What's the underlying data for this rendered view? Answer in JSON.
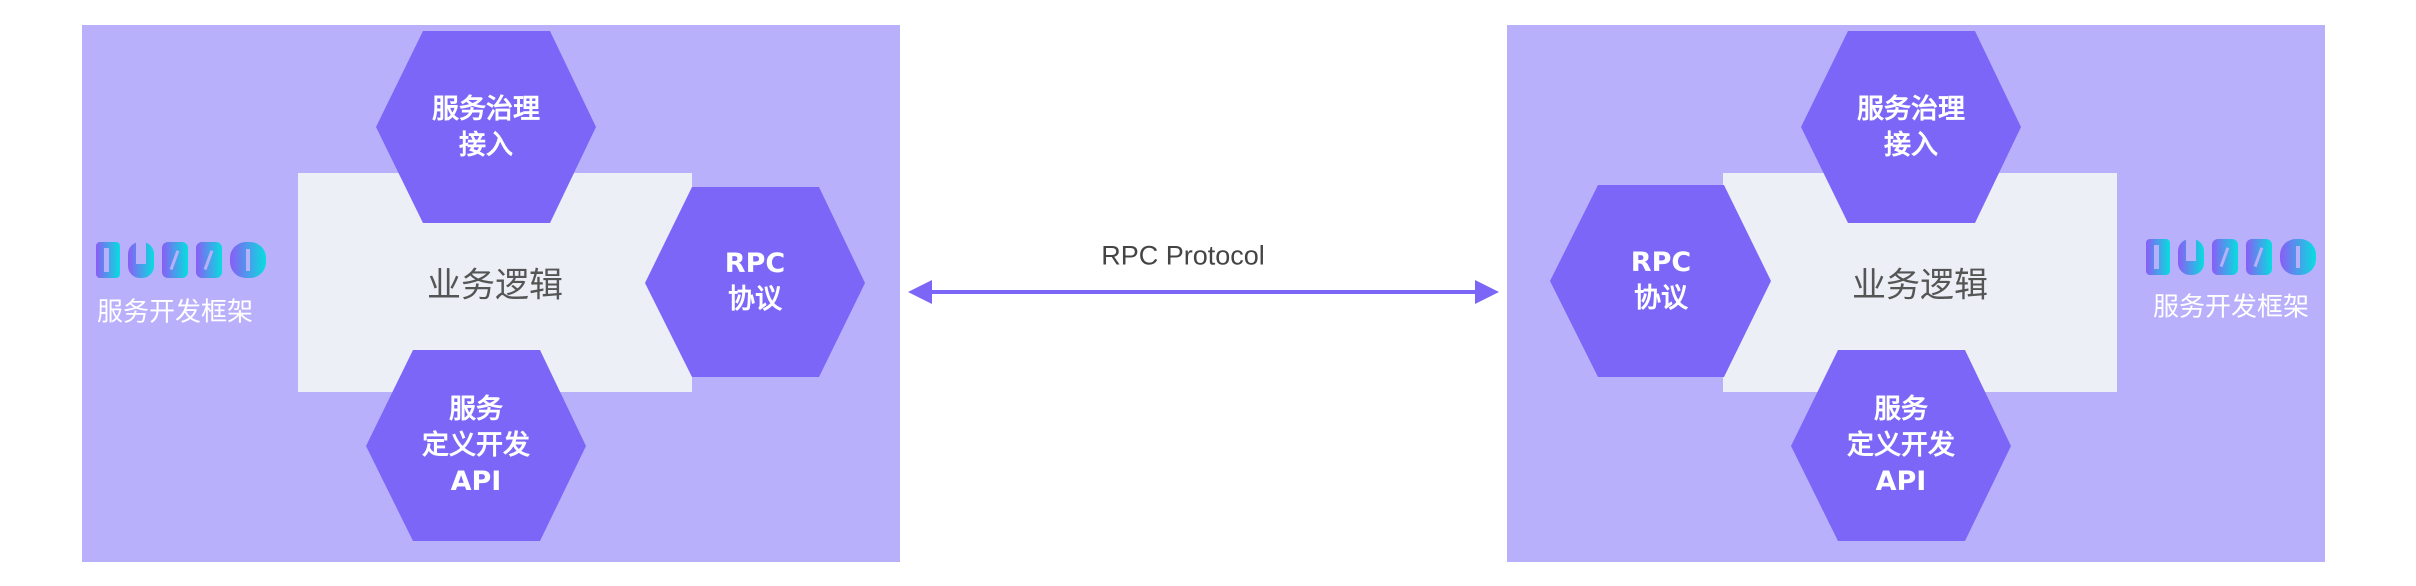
{
  "colors": {
    "panel": "#b9b0fc",
    "hexagon": "#7b66f8",
    "core": "#eceff6",
    "arrow": "#7b66f8",
    "logo_gradient": [
      "#8b5cf6",
      "#06dedf"
    ]
  },
  "connection": {
    "label": "RPC Protocol",
    "direction": "bidirectional"
  },
  "left": {
    "logo": "DUBBO",
    "framework": "服务开发框架",
    "core": "业务逻辑",
    "governance": [
      "服务治理",
      "接入"
    ],
    "rpc": [
      "RPC",
      "协议"
    ],
    "api": [
      "服务",
      "定义开发",
      "API"
    ]
  },
  "right": {
    "logo": "DUBBO",
    "framework": "服务开发框架",
    "core": "业务逻辑",
    "governance": [
      "服务治理",
      "接入"
    ],
    "rpc": [
      "RPC",
      "协议"
    ],
    "api": [
      "服务",
      "定义开发",
      "API"
    ]
  }
}
